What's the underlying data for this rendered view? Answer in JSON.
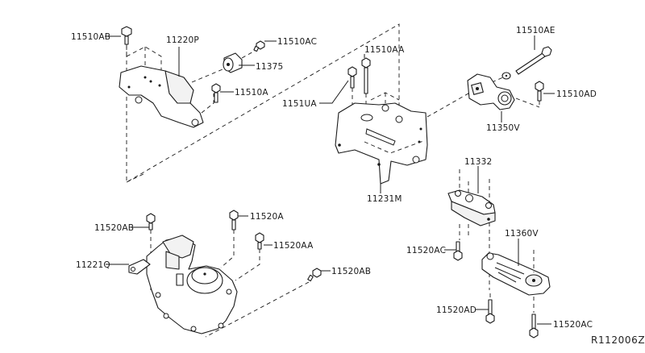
{
  "diagram": {
    "title": "Engine & Transmission Mounting",
    "reference_code": "R112006Z",
    "colors": {
      "line": "#1a1a1a",
      "background": "#ffffff"
    },
    "parts": {
      "p11510AB_top": "11510AB",
      "p11220P": "11220P",
      "p11510AC": "11510AC",
      "p11375": "11375",
      "p11510A": "11510A",
      "p11510AA": "11510AA",
      "p1151UA": "1151UA",
      "p11231M": "11231M",
      "p11510AE": "11510AE",
      "p11510AD": "11510AD",
      "p11350V": "11350V",
      "p11332": "11332",
      "p11520AC_mid": "11520AC",
      "p11360V": "11360V",
      "p11520AD": "11520AD",
      "p11520AC_bot": "11520AC",
      "p11520AB_left": "11520AB",
      "p11520A": "11520A",
      "p11520AA": "11520AA",
      "p11221Q": "11221Q",
      "p11520AB_right": "11520AB"
    }
  }
}
